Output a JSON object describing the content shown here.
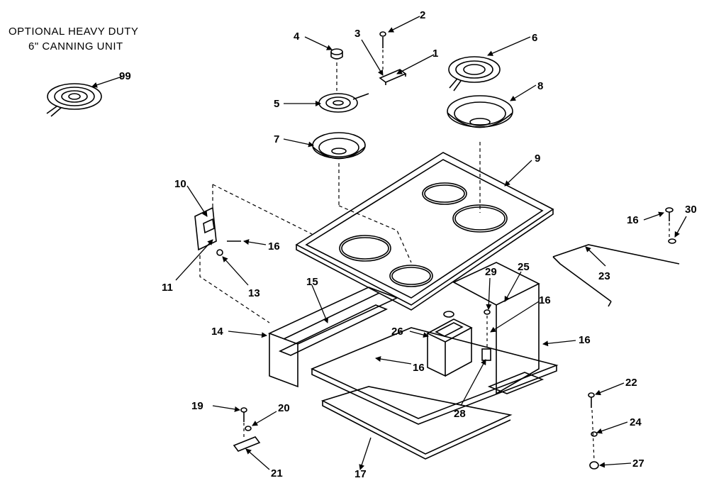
{
  "header": {
    "line1": "OPTIONAL HEAVY DUTY",
    "line2": "6\" CANNING UNIT"
  },
  "callouts": {
    "c1": "1",
    "c2": "2",
    "c3": "3",
    "c4": "4",
    "c5": "5",
    "c6": "6",
    "c7": "7",
    "c8": "8",
    "c9": "9",
    "c10": "10",
    "c11": "11",
    "c13": "13",
    "c14": "14",
    "c15": "15",
    "c16a": "16",
    "c16b": "16",
    "c16c": "16",
    "c16d": "16",
    "c16e": "16",
    "c17": "17",
    "c19": "19",
    "c20": "20",
    "c21": "21",
    "c22": "22",
    "c23": "23",
    "c24": "24",
    "c25": "25",
    "c26": "26",
    "c27": "27",
    "c28": "28",
    "c29": "29",
    "c30": "30",
    "c99": "99"
  }
}
